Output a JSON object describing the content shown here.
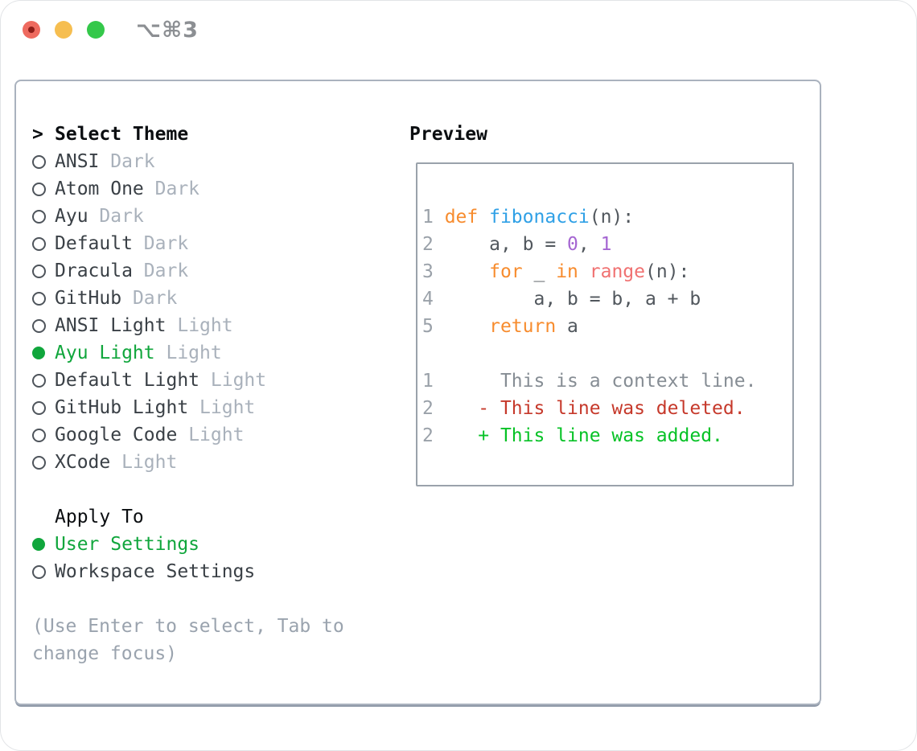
{
  "window": {
    "title": "⌥⌘3",
    "traffic_lights": [
      "close",
      "minimize",
      "zoom"
    ]
  },
  "theme_panel": {
    "header": {
      "prefix": ">",
      "label": "Select Theme"
    },
    "themes": [
      {
        "name": "ANSI",
        "variant": "Dark",
        "selected": false
      },
      {
        "name": "Atom One",
        "variant": "Dark",
        "selected": false
      },
      {
        "name": "Ayu",
        "variant": "Dark",
        "selected": false
      },
      {
        "name": "Default",
        "variant": "Dark",
        "selected": false
      },
      {
        "name": "Dracula",
        "variant": "Dark",
        "selected": false
      },
      {
        "name": "GitHub",
        "variant": "Dark",
        "selected": false
      },
      {
        "name": "ANSI Light",
        "variant": "Light",
        "selected": false
      },
      {
        "name": "Ayu Light",
        "variant": "Light",
        "selected": true
      },
      {
        "name": "Default Light",
        "variant": "Light",
        "selected": false
      },
      {
        "name": "GitHub Light",
        "variant": "Light",
        "selected": false
      },
      {
        "name": "Google Code",
        "variant": "Light",
        "selected": false
      },
      {
        "name": "XCode",
        "variant": "Light",
        "selected": false
      }
    ],
    "apply_to": {
      "label": "Apply To",
      "options": [
        {
          "name": "User Settings",
          "selected": true
        },
        {
          "name": "Workspace Settings",
          "selected": false
        }
      ]
    },
    "help_text": "(Use Enter to select, Tab to change focus)"
  },
  "preview": {
    "label": "Preview",
    "code_lines": [
      [
        [
          "ln",
          "1 "
        ],
        [
          "kw",
          "def"
        ],
        [
          "pl",
          " "
        ],
        [
          "fn",
          "fibonacci"
        ],
        [
          "pl",
          "(n):"
        ]
      ],
      [
        [
          "ln",
          "2 "
        ],
        [
          "pl",
          "    a, b = "
        ],
        [
          "nu",
          "0"
        ],
        [
          "pl",
          ", "
        ],
        [
          "nu",
          "1"
        ]
      ],
      [
        [
          "ln",
          "3 "
        ],
        [
          "pl",
          "    "
        ],
        [
          "kw",
          "for"
        ],
        [
          "pl",
          " _ "
        ],
        [
          "kw",
          "in"
        ],
        [
          "pl",
          " "
        ],
        [
          "bi",
          "range"
        ],
        [
          "pl",
          "(n):"
        ]
      ],
      [
        [
          "ln",
          "4 "
        ],
        [
          "pl",
          "        a, b = b, a + b"
        ]
      ],
      [
        [
          "ln",
          "5 "
        ],
        [
          "pl",
          "    "
        ],
        [
          "kw",
          "return"
        ],
        [
          "pl",
          " a"
        ]
      ]
    ],
    "diff_lines": [
      [
        [
          "ln",
          "1 "
        ],
        [
          "ctx",
          "     This is a context line."
        ]
      ],
      [
        [
          "ln",
          "2 "
        ],
        [
          "del",
          "   - This line was deleted."
        ]
      ],
      [
        [
          "ln",
          "2 "
        ],
        [
          "add",
          "   + This line was added."
        ]
      ]
    ]
  },
  "colors": {
    "title": "#8c8f93",
    "panel-border": "#aab2be",
    "preview-border": "#9aa2ab",
    "header-text": "#0b0e11",
    "item-text": "#3a4046",
    "variant-text": "#a9b1bb",
    "bullet-outline": "#4e545b",
    "select-green": "#10a63c",
    "help-text": "#9aa3ae",
    "kw": "#f78c2e",
    "fn": "#2fa0e6",
    "bi": "#f07171",
    "nu": "#a566d2",
    "pl": "#51575d",
    "ln": "#9aa1a9",
    "ctx": "#868d94",
    "del": "#c6392b",
    "add": "#06c226",
    "light-close": "#ee6a5f",
    "light-close-dot": "#8e1d18",
    "light-min": "#f6be50",
    "light-zoom": "#34c84a"
  }
}
